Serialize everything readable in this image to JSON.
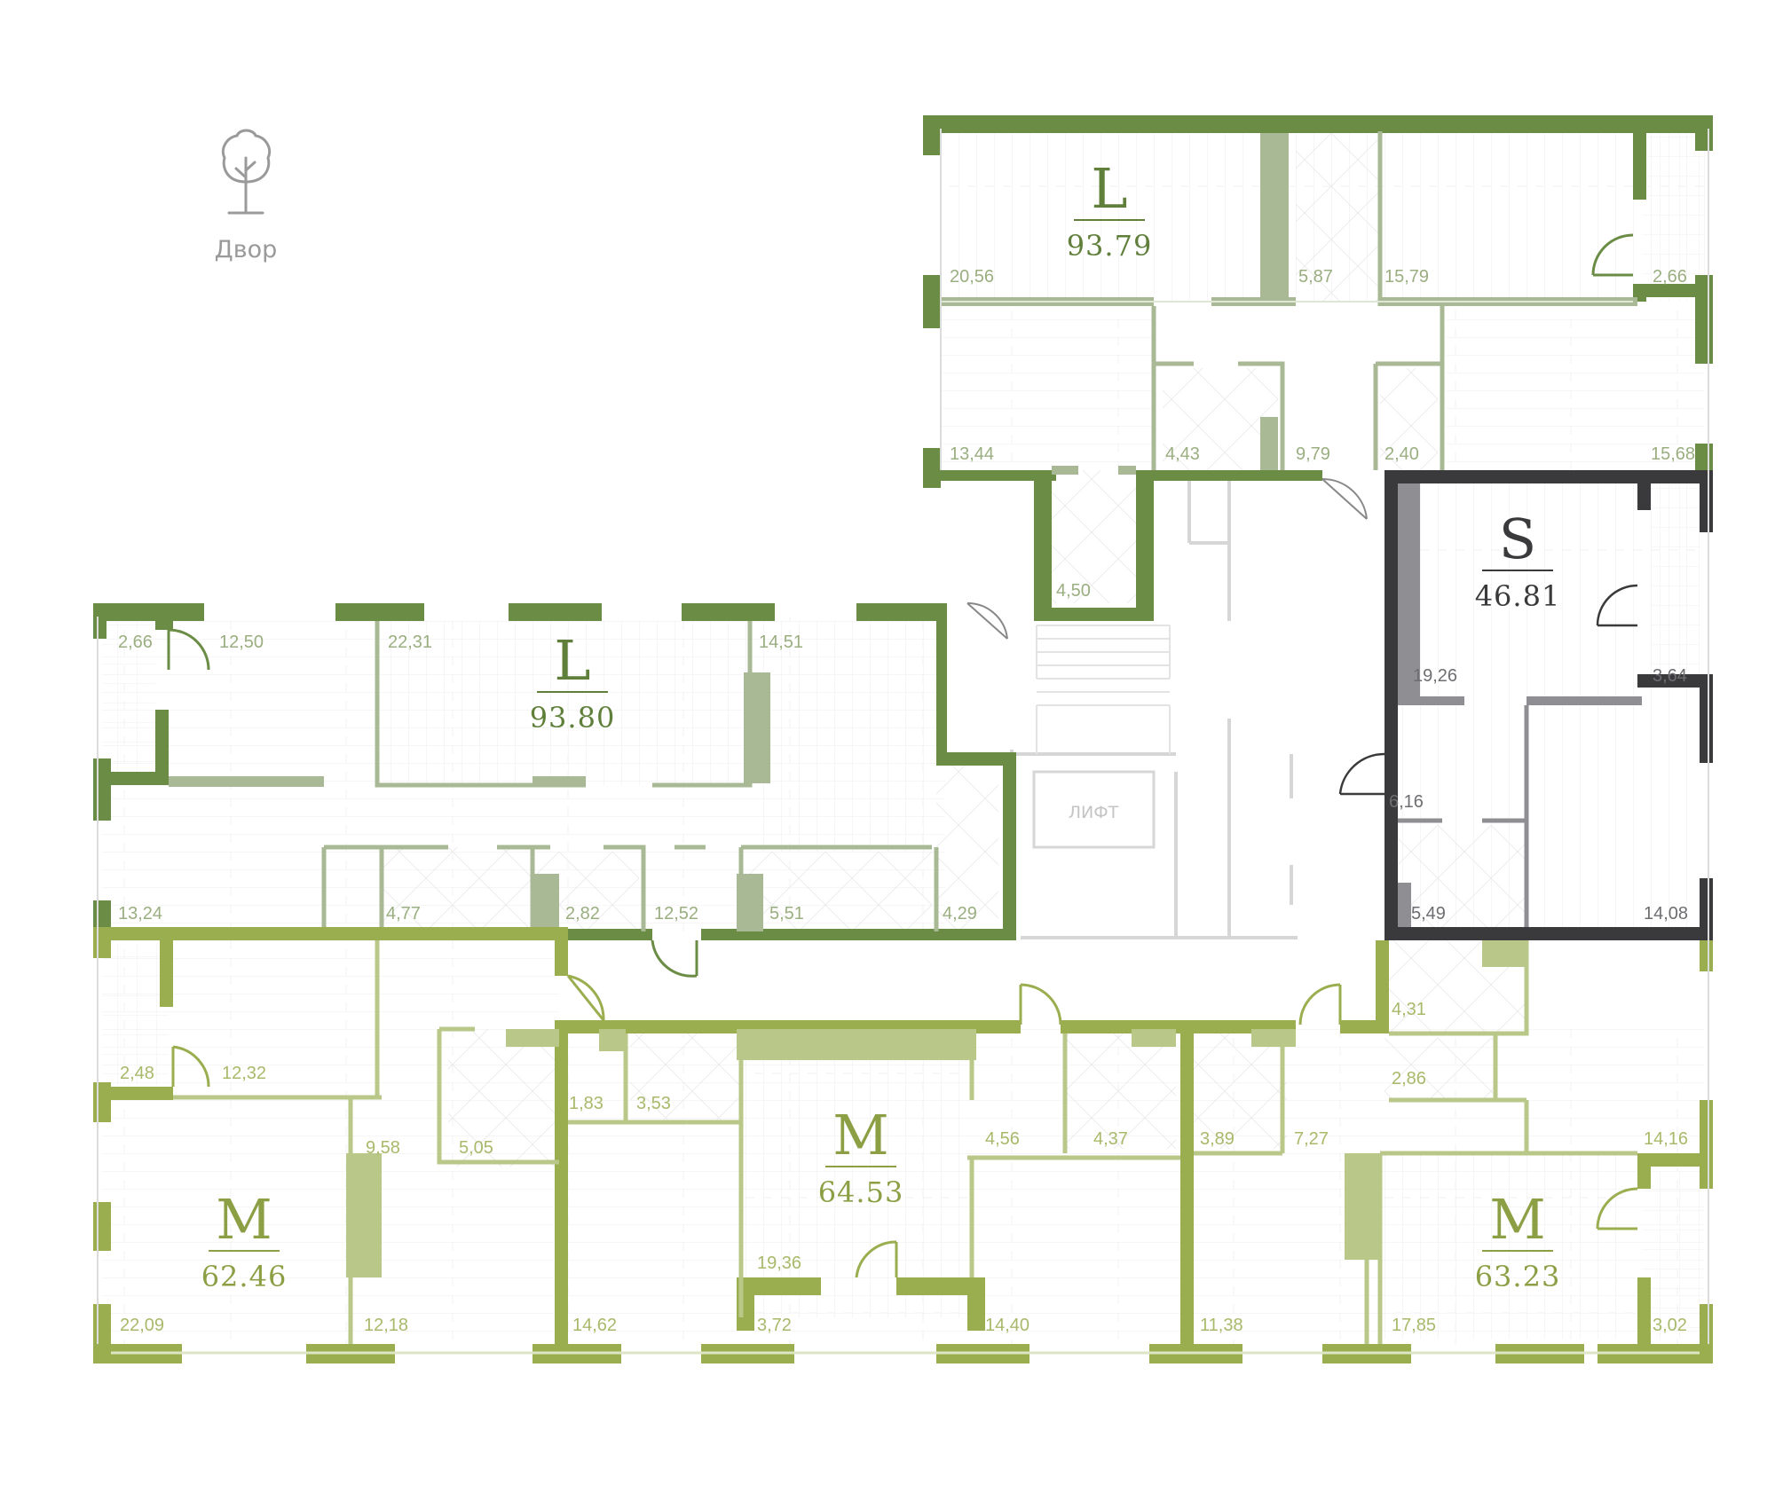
{
  "yard": {
    "label": "Двор",
    "icon": "tree-icon"
  },
  "lift_label": "ЛИФТ",
  "colors": {
    "dark_green": "#6b8c45",
    "olive_green": "#9aae4f",
    "light_green": "#b9c889",
    "grey_green": "#a9b895",
    "dark_grey": "#3a3a3c",
    "mid_grey": "#8f8f93",
    "common": "#d6d6d6"
  },
  "apartments": [
    {
      "id": "apt-top",
      "type": "L",
      "area": "93.79",
      "color": "#6b8c45",
      "text_color": "#5f7f3a"
    },
    {
      "id": "apt-left-top",
      "type": "L",
      "area": "93.80",
      "color": "#6b8c45",
      "text_color": "#5f7f3a"
    },
    {
      "id": "apt-s",
      "type": "S",
      "area": "46.81",
      "color": "#3a3a3c",
      "text_color": "#3a3a3c"
    },
    {
      "id": "apt-m-left",
      "type": "M",
      "area": "62.46",
      "color": "#9aae4f",
      "text_color": "#8c9f45"
    },
    {
      "id": "apt-m-center",
      "type": "M",
      "area": "64.53",
      "color": "#9aae4f",
      "text_color": "#8c9f45"
    },
    {
      "id": "apt-m-right",
      "type": "M",
      "area": "63.23",
      "color": "#9aae4f",
      "text_color": "#8c9f45"
    }
  ],
  "rooms": [
    {
      "text": "20,56",
      "c": "#9aae80"
    },
    {
      "text": "5,87",
      "c": "#9aae80"
    },
    {
      "text": "15,79",
      "c": "#9aae80"
    },
    {
      "text": "2,66",
      "c": "#9aae80"
    },
    {
      "text": "13,44",
      "c": "#9aae80"
    },
    {
      "text": "4,43",
      "c": "#9aae80"
    },
    {
      "text": "9,79",
      "c": "#9aae80"
    },
    {
      "text": "2,40",
      "c": "#9aae80"
    },
    {
      "text": "15,68",
      "c": "#9aae80"
    },
    {
      "text": "4,50",
      "c": "#9aae80"
    },
    {
      "text": "2,66",
      "c": "#9aae80"
    },
    {
      "text": "12,50",
      "c": "#9aae80"
    },
    {
      "text": "22,31",
      "c": "#9aae80"
    },
    {
      "text": "14,51",
      "c": "#9aae80"
    },
    {
      "text": "13,24",
      "c": "#9aae80"
    },
    {
      "text": "4,77",
      "c": "#9aae80"
    },
    {
      "text": "2,82",
      "c": "#9aae80"
    },
    {
      "text": "12,52",
      "c": "#9aae80"
    },
    {
      "text": "5,51",
      "c": "#9aae80"
    },
    {
      "text": "4,29",
      "c": "#9aae80"
    },
    {
      "text": "19,26",
      "c": "#6e6e72"
    },
    {
      "text": "3,64",
      "c": "#6e6e72"
    },
    {
      "text": "6,16",
      "c": "#6e6e72"
    },
    {
      "text": "5,49",
      "c": "#6e6e72"
    },
    {
      "text": "14,08",
      "c": "#6e6e72"
    },
    {
      "text": "2,48",
      "c": "#a8b96a"
    },
    {
      "text": "12,32",
      "c": "#a8b96a"
    },
    {
      "text": "9,58",
      "c": "#a8b96a"
    },
    {
      "text": "5,05",
      "c": "#a8b96a"
    },
    {
      "text": "22,09",
      "c": "#a8b96a"
    },
    {
      "text": "12,18",
      "c": "#a8b96a"
    },
    {
      "text": "1,83",
      "c": "#a8b96a"
    },
    {
      "text": "3,53",
      "c": "#a8b96a"
    },
    {
      "text": "19,36",
      "c": "#a8b96a"
    },
    {
      "text": "14,62",
      "c": "#a8b96a"
    },
    {
      "text": "3,72",
      "c": "#a8b96a"
    },
    {
      "text": "4,56",
      "c": "#a8b96a"
    },
    {
      "text": "14,40",
      "c": "#a8b96a"
    },
    {
      "text": "4,37",
      "c": "#a8b96a"
    },
    {
      "text": "3,89",
      "c": "#a8b96a"
    },
    {
      "text": "7,27",
      "c": "#a8b96a"
    },
    {
      "text": "11,38",
      "c": "#a8b96a"
    },
    {
      "text": "4,31",
      "c": "#a8b96a"
    },
    {
      "text": "2,86",
      "c": "#a8b96a"
    },
    {
      "text": "14,16",
      "c": "#a8b96a"
    },
    {
      "text": "17,85",
      "c": "#a8b96a"
    },
    {
      "text": "3,02",
      "c": "#a8b96a"
    }
  ]
}
